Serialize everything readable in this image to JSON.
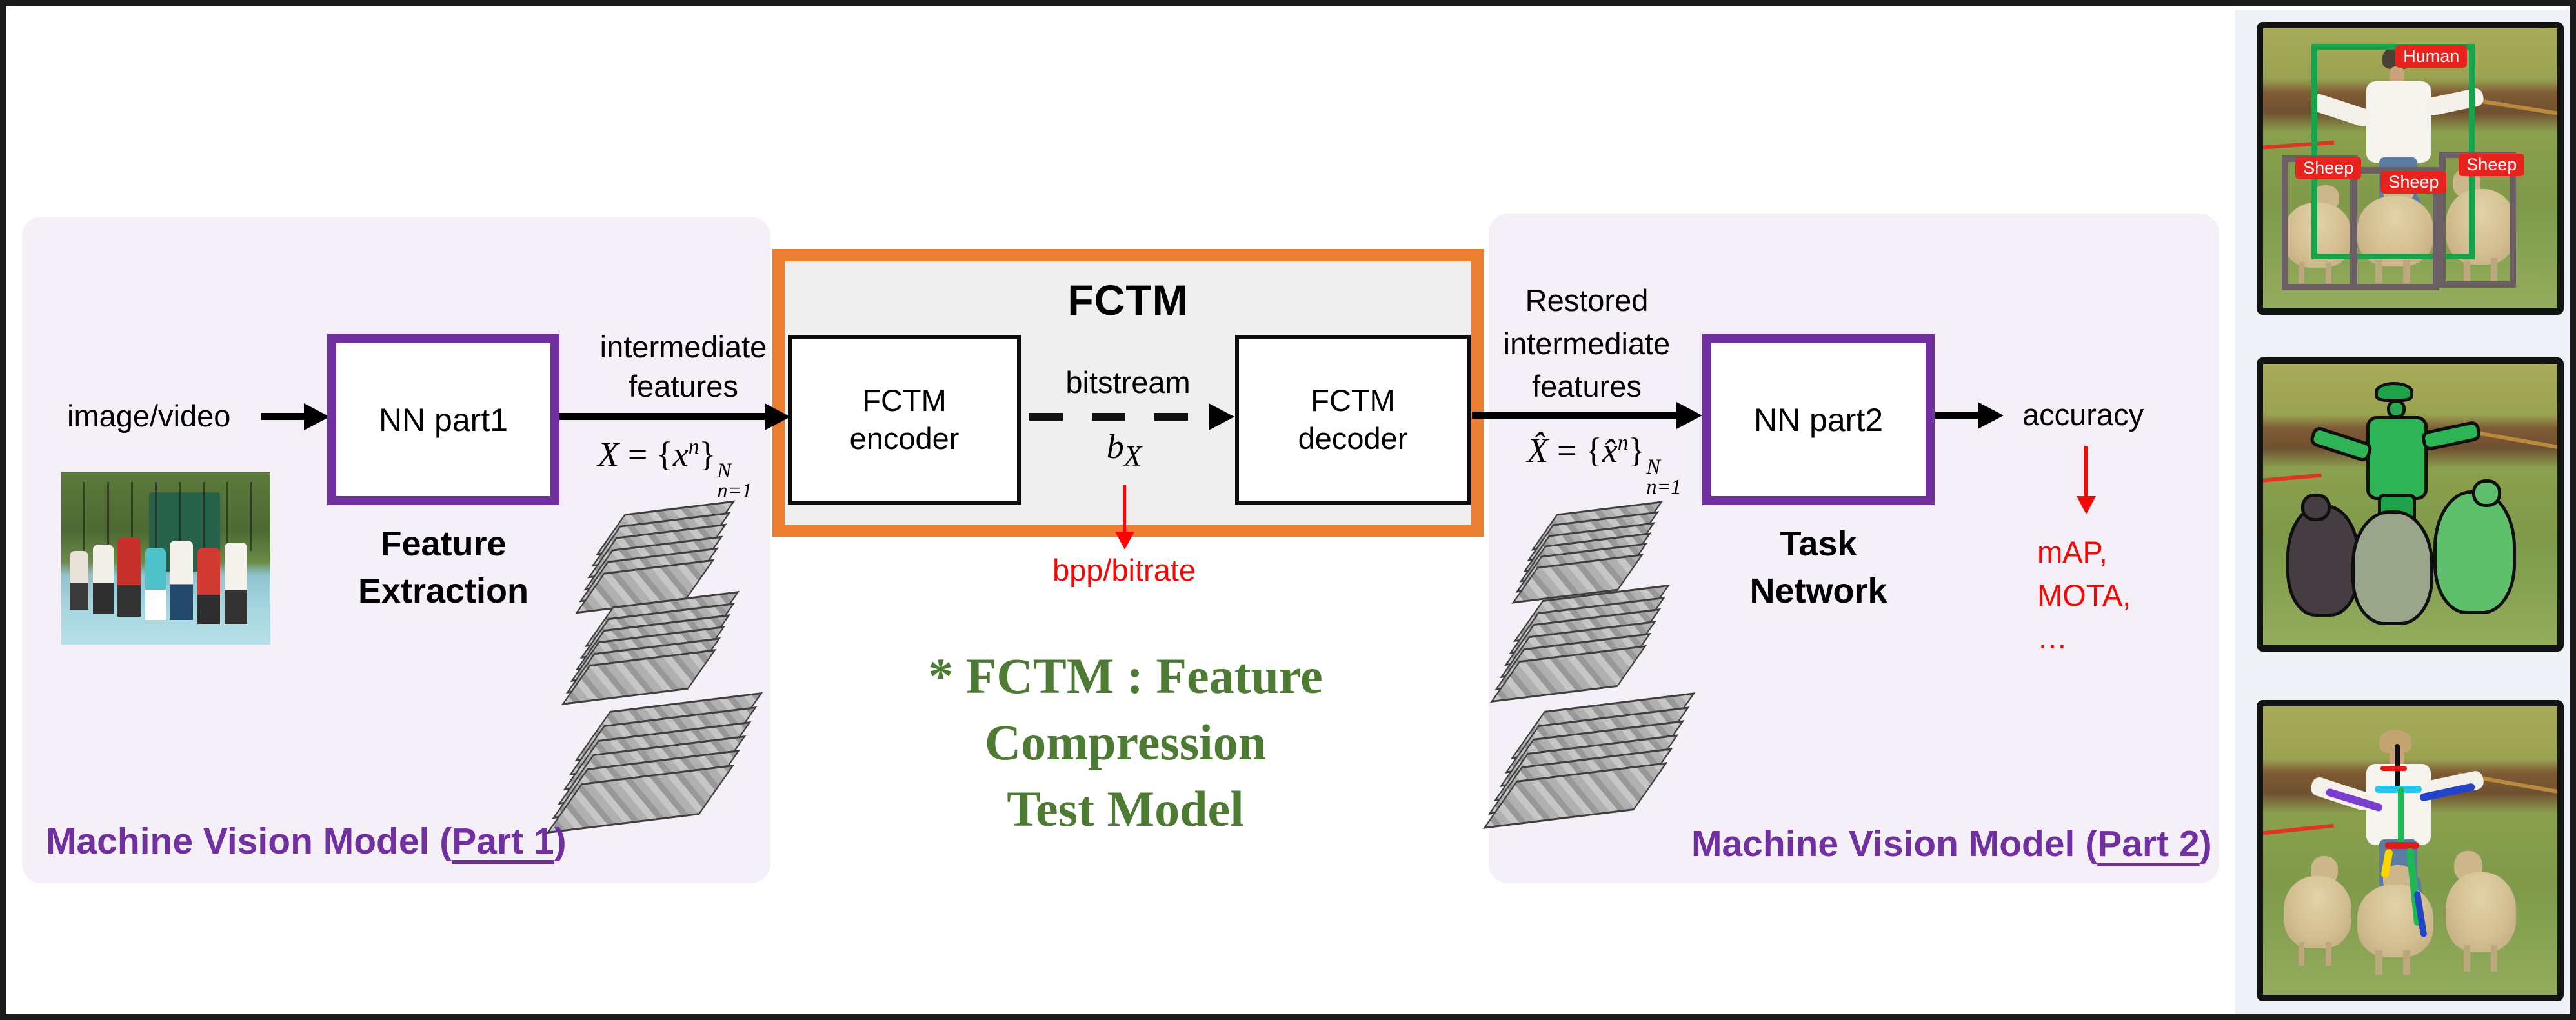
{
  "colors": {
    "panel_lavender": "#f5f0f8",
    "accent_purple": "#7030a0",
    "accent_orange": "#ed7d31",
    "note_green": "#4e7b33",
    "alert_red": "#fb0404",
    "fctm_fill": "#efefef"
  },
  "pipeline": {
    "part1": {
      "panel_label_prefix": "Machine Vision Model (",
      "panel_label_underlined": "Part 1",
      "panel_label_suffix": ")",
      "input_label": "image/video",
      "nn_box_label": "NN part1",
      "nn_caption": [
        "Feature",
        "Extraction"
      ],
      "features_caption": [
        "intermediate",
        "features"
      ],
      "formula": {
        "lhs": "X",
        "eq": " = {",
        "base": "x",
        "sup": "n",
        "close": "}",
        "upper": "N",
        "lower": "n=1"
      }
    },
    "fctm": {
      "title": "FCTM",
      "encoder": [
        "FCTM",
        "encoder"
      ],
      "decoder": [
        "FCTM",
        "decoder"
      ],
      "bitstream_label": "bitstream",
      "bitstream_symbol": {
        "base": "b",
        "sub": "X"
      },
      "rate_label": "bpp/bitrate",
      "note": [
        "* FCTM : Feature Compression",
        "Test Model"
      ]
    },
    "part2": {
      "panel_label_prefix": "Machine Vision Model (",
      "panel_label_underlined": "Part 2",
      "panel_label_suffix": ")",
      "features_caption": [
        "Restored",
        "intermediate",
        "features"
      ],
      "formula": {
        "lhs": "X̂",
        "eq": " = {",
        "base": "x̂",
        "sup": "n",
        "close": "}",
        "upper": "N",
        "lower": "n=1"
      },
      "nn_box_label": "NN part2",
      "nn_caption": [
        "Task",
        "Network"
      ],
      "output_label": "accuracy",
      "metrics": [
        "mAP,",
        "MOTA,",
        "…"
      ]
    }
  },
  "examples": {
    "detection": {
      "human_label": "Human",
      "sheep_label": "Sheep"
    }
  }
}
